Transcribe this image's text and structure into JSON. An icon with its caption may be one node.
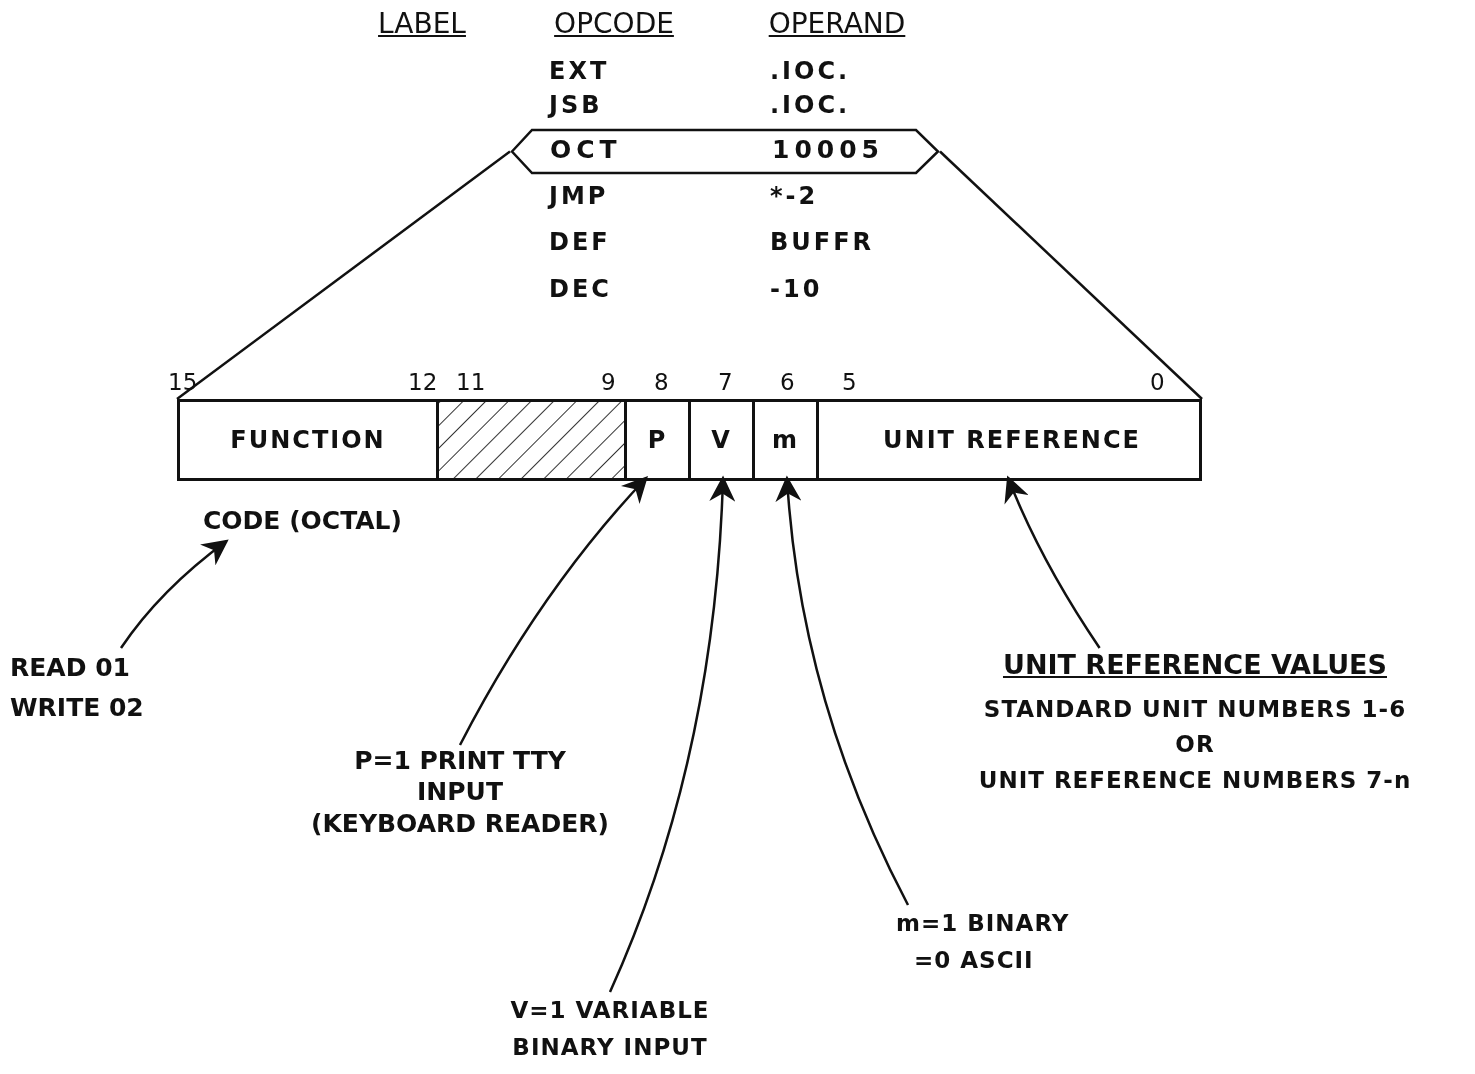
{
  "diagram": {
    "nodes": [
      {
        "text": [
          "OCT",
          "10005"
        ]
      },
      {
        "text": [],
        "shape": "box"
      },
      {
        "text": [
          "FUNCTION"
        ],
        "in": 1
      },
      {
        "text": [],
        "shape": "box",
        "in": 1
      },
      {
        "text": [
          "P"
        ],
        "in": 1
      },
      {
        "text": [
          "V"
        ],
        "in": 1
      },
      {
        "text": [
          "m"
        ],
        "in": 1
      },
      {
        "text": [
          "UNIT REFERENCE"
        ],
        "in": 1
      },
      {
        "text": [
          "CODE (OCTAL)"
        ]
      },
      {
        "text": [
          "READ 01 WRITE 02"
        ]
      },
      {
        "text": [
          "P=1 PRINT TTY INPUT",
          "(KEYBOARD READER)"
        ]
      },
      {
        "text": [
          "V=1 VARIABLE BINARY INPUT"
        ]
      },
      {
        "text": [
          "m=1 BINARY",
          "=0 ASCII"
        ]
      },
      {
        "text": [
          "UNIT REFERENCE VALUES",
          "STANDARD UNIT NUMBERS 1-6",
          "OR",
          "UNIT REFERENCE NUMBERS 7-n"
        ]
      }
    ],
    "edges": [
      {
        "from": 0,
        "to": 1,
        "arrow": "none"
      },
      {
        "from": 0,
        "to": 1,
        "arrow": "none"
      },
      {
        "from": 9,
        "to": 8,
        "arrow": "to"
      },
      {
        "from": 10,
        "to": 4,
        "arrow": "to"
      },
      {
        "from": 11,
        "to": 5,
        "arrow": "to"
      },
      {
        "from": 12,
        "to": 6,
        "arrow": "to"
      },
      {
        "from": 13,
        "to": 7,
        "arrow": "to"
      }
    ],
    "labels": [
      "LABEL",
      "OPCODE",
      "OPERAND",
      "EXT",
      ".IOC.",
      "JSB",
      ".IOC.",
      "JMP",
      "*-2",
      "DEF",
      "BUFFR",
      "DEC",
      "-10",
      "15",
      "12",
      "11",
      "9",
      "8",
      "7",
      "6",
      "5",
      "0"
    ]
  }
}
